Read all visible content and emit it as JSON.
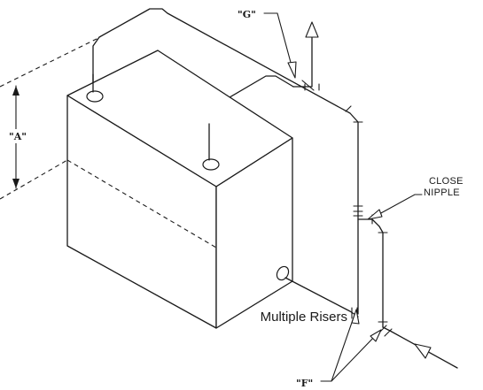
{
  "labels": {
    "g": "\"G\"",
    "a": "\"A\"",
    "f": "\"F\"",
    "close_nipple_line1": "CLOSE",
    "close_nipple_line2": "NIPPLE",
    "caption": "Multiple Risers"
  }
}
